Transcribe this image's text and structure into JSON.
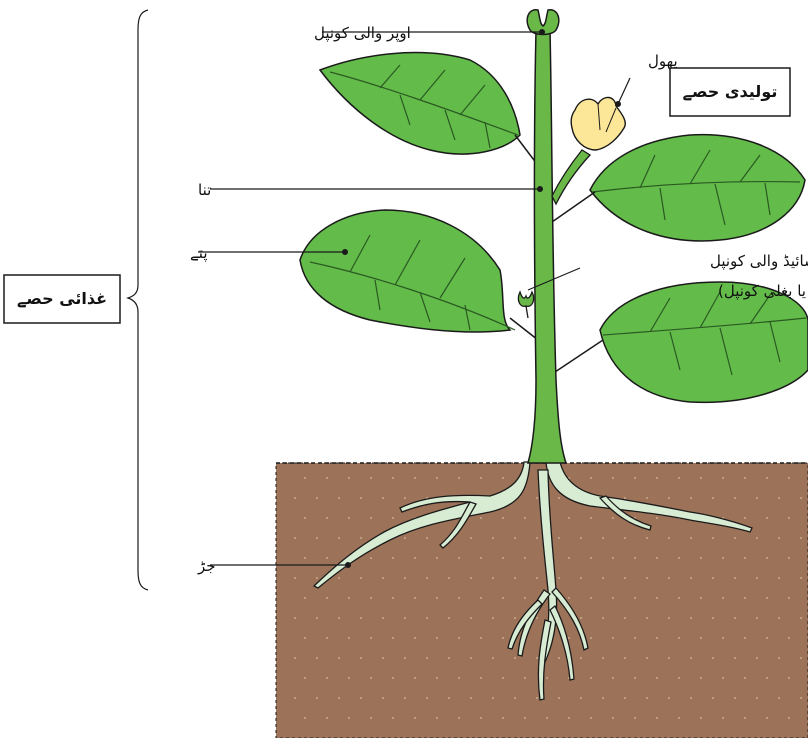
{
  "colors": {
    "leaf": "#63bb4a",
    "leaf_vein": "#2a5a22",
    "stem": "#6ab948",
    "soil": "#9c7359",
    "soil_dots": "#c9a98e",
    "root": "#d7ecd3",
    "flower": "#fbe797",
    "outline": "#1a1a1a"
  },
  "labels": {
    "apical_bud": "اوپر والی کونپل",
    "flower": "پھول",
    "stem": "تنا",
    "leaves": "پتے",
    "axillary_bud_line1": "سائیڈ والی کونپل",
    "axillary_bud_line2": "(محوری یا بغلی کونپل)",
    "root": "جڑ"
  },
  "boxes": {
    "reproductive_parts": "تولیدی حصے",
    "vegetative_parts": "غذائی حصے"
  }
}
